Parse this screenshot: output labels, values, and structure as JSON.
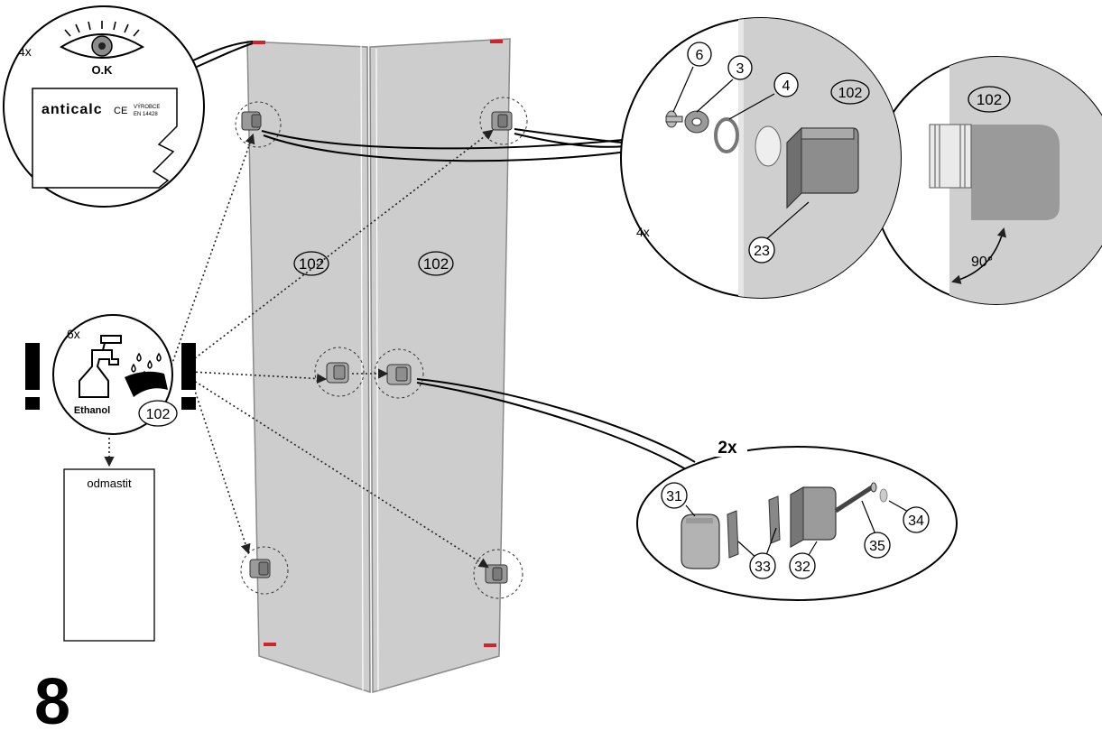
{
  "step_number": "8",
  "panel_ids": {
    "left": "102",
    "right": "102"
  },
  "inspection": {
    "count": "4x",
    "ok_label": "O.K",
    "brand": "anticalc",
    "ce_mark": "CE",
    "maker_line1": "VÝROBCE",
    "maker_line2": "EN 14428"
  },
  "cleaning": {
    "count": "6x",
    "agent": "Ethanol",
    "panel_ref": "102",
    "note": "odmastit",
    "warning_symbol": "!"
  },
  "top_hinge_detail": {
    "count": "4x",
    "parts": [
      "6",
      "3",
      "4",
      "102",
      "23"
    ],
    "angle_label": "90°",
    "panel_ref": "102"
  },
  "mid_connector_detail": {
    "count": "2x",
    "parts": [
      "31",
      "33",
      "32",
      "34",
      "35"
    ]
  },
  "icons": [
    "eye-icon",
    "spray-bottle-icon",
    "cloth-icon",
    "water-drops-icon",
    "exclamation-icon"
  ],
  "colors": {
    "panel_fill": "#cdcdcd",
    "panel_edge": "#8a8a8a",
    "hardware": "#9a9a9a",
    "brand_red": "#d2232a"
  }
}
